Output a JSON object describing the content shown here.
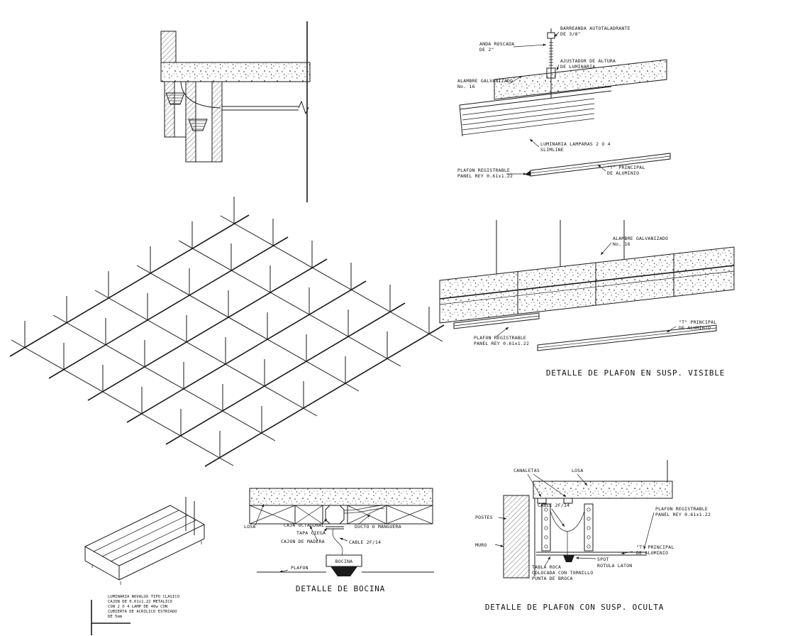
{
  "sheet": {
    "background": "#ffffff",
    "ink": "#1a1a1a"
  },
  "suspension_detail": {
    "anchor_line1": "BARREANDA AUTOTALADRANTE",
    "anchor_line2": "DE 3/8\"",
    "rod_line1": "ANDA ROSCADA",
    "rod_line2": "DE 2\"",
    "adjuster_line1": "AJUSTADOR DE ALTURA",
    "adjuster_line2": "DE LUMINARIA",
    "wire_line1": "ALAMBRE GALVANIZADO",
    "wire_line2": "No. 16",
    "luminaire_line1": "LUMINARIA LAMPARAS 2 O 4",
    "luminaire_line2": "SLIMLINE",
    "panel_line1": "PLAFON REGISTRABLE",
    "panel_line2": "PANEL REY 0.61x1.22",
    "tee_line1": "\"T\" PRINCIPAL",
    "tee_line2": "DE ALUMINIO"
  },
  "visible_detail": {
    "wire_line1": "ALAMBRE GALVANIZADO",
    "wire_line2": "No. 16",
    "panel_line1": "PLAFON REGISTRABLE",
    "panel_line2": "PANEL REY 0.61x1.22",
    "tee_line1": "\"T\" PRINCIPAL",
    "tee_line2": "DE ALUMINIO",
    "caption": "DETALLE DE PLAFON EN SUSP. VISIBLE"
  },
  "luminaire_spec": {
    "line1": "LUMINARIA NOVALUX TIPO CLASICO",
    "line2": "CAJON DE 0.61x1.22 METALICO",
    "line3": "CON 2 O 4 LAMP DE 40w CON",
    "line4": "CUBIERTA DE ACRILICO ESTRIADO",
    "line5": "DE 5mm"
  },
  "speaker_detail": {
    "losa": "LOSA",
    "caja": "CAJA OCTAGONAL",
    "tapa": "TAPA CIEGA",
    "cajon": "CAJON DE MADERA",
    "ducto": "DUCTO O MANGUERA",
    "cable": "CABLE 2F/14",
    "bocina": "BOCINA",
    "plafon": "PLAFON",
    "caption": "DETALLE DE BOCINA"
  },
  "hidden_detail": {
    "canaletas": "CANALETAS",
    "losa": "LOSA",
    "postes": "POSTES",
    "cable": "CABLE 2F/14",
    "muro": "MURO",
    "panel_line1": "PLAFON REGISTRABLE",
    "panel_line2": "PANEL REY 0.61x1.22",
    "tee_line1": "\"T\" PRINCIPAL",
    "tee_line2": "DE ALUMINIO",
    "spot_line1": "SPOT",
    "spot_line2": "ROTULA LATON",
    "board_line1": "TABLA ROCA",
    "board_line2": "COLOCADA CON TORNILLO",
    "board_line3": "PUNTA DE BROCA",
    "caption": "DETALLE DE PLAFON CON SUSP. OCULTA"
  }
}
